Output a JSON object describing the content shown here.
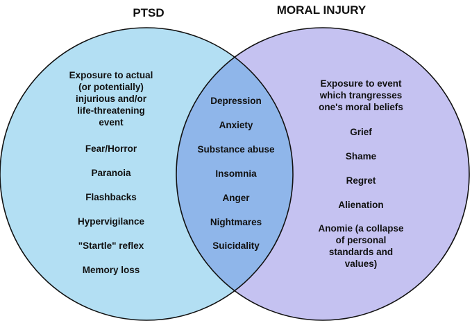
{
  "sets": {
    "left": {
      "title": "PTSD",
      "fill": "#b3dff3",
      "items": [
        "Exposure to actual",
        "(or potentially)",
        "injurious and/or",
        "life-threatening",
        "event",
        "Fear/Horror",
        "Paranoia",
        "Flashbacks",
        "Hypervigilance",
        "\"Startle\" reflex",
        "Memory loss"
      ]
    },
    "right": {
      "title": "MORAL INJURY",
      "fill": "#c5c2f1",
      "items": [
        "Exposure to event",
        "which trangresses",
        "one's moral beliefs",
        "Grief",
        "Shame",
        "Regret",
        "Alienation",
        "Anomie (a collapse",
        "of personal",
        "standards and",
        "values)"
      ]
    },
    "overlap": {
      "fill": "#8fb6ea",
      "items": [
        "Depression",
        "Anxiety",
        "Substance abuse",
        "Insomnia",
        "Anger",
        "Nightmares",
        "Suicidality"
      ]
    }
  },
  "outline_color": "#111111"
}
